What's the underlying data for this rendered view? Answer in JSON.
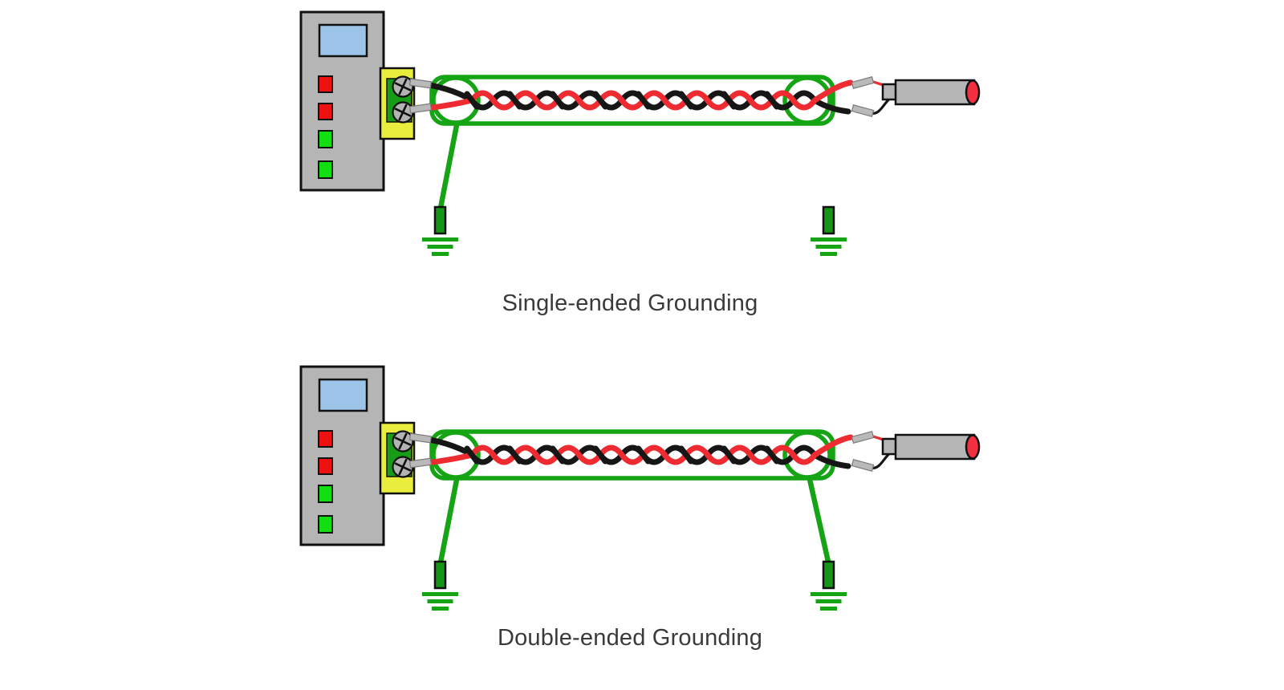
{
  "diagrams": [
    {
      "id": "single-ended",
      "caption": "Single-ended Grounding",
      "shield_grounded_at": [
        "controller-end"
      ],
      "ground_symbols": [
        "controller-end-connected",
        "sensor-end-unconnected"
      ]
    },
    {
      "id": "double-ended",
      "caption": "Double-ended Grounding",
      "shield_grounded_at": [
        "controller-end",
        "sensor-end"
      ],
      "ground_symbols": [
        "controller-end-connected",
        "sensor-end-connected"
      ]
    }
  ],
  "components": {
    "controller": "controller-module-with-display-and-leds",
    "led_colors_top_to_bottom": [
      "red",
      "red",
      "green",
      "green"
    ],
    "terminal": "yellow-terminal-block-with-two-screws",
    "cable": "red-black-twisted-pair-inside-green-shield",
    "sensor": "cylindrical-probe-with-red-tip"
  },
  "colors": {
    "shield-green": "#14a414",
    "ground-green": "#16a316",
    "rod-green": "#169616",
    "wire-red": "#ee2b30",
    "wire-black": "#161616",
    "device-gray": "#b5b5b5",
    "screen-blue": "#9cc4e8",
    "led-red": "#ee1111",
    "led-green": "#11dd11",
    "terminal-yellow": "#e9ee3e",
    "terminal-green": "#169c16",
    "ferrule-gray": "#b9b9b9",
    "sensor-gray": "#b5b5b5",
    "sensor-tip-red": "#f23040",
    "caption-text": "#3a3a3a",
    "background": "#ffffff"
  }
}
